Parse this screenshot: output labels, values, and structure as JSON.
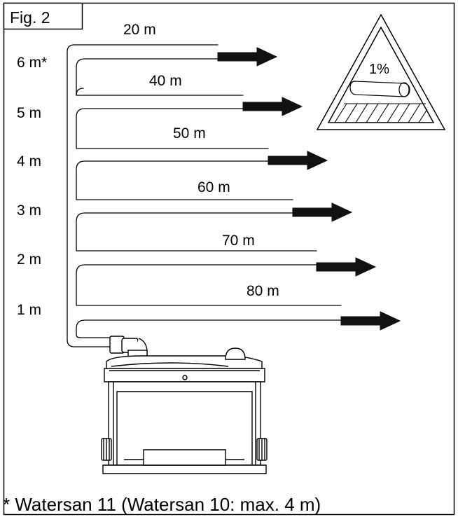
{
  "figure": {
    "label": "Fig. 2",
    "slope_label": "1%",
    "footnote": "* Watersan 11 (Watersan 10: max. 4 m)"
  },
  "heights": {
    "h6": "6 m*",
    "h5": "5 m",
    "h4": "4 m",
    "h3": "3 m",
    "h2": "2 m",
    "h1": "1 m"
  },
  "distances": {
    "d20": "20 m",
    "d40": "40 m",
    "d50": "50 m",
    "d60": "60 m",
    "d70": "70 m",
    "d80": "80 m"
  },
  "icons": {
    "arrow": "right-arrow-icon",
    "slope": "warning-triangle-icon",
    "unit": "pump-unit-icon"
  }
}
